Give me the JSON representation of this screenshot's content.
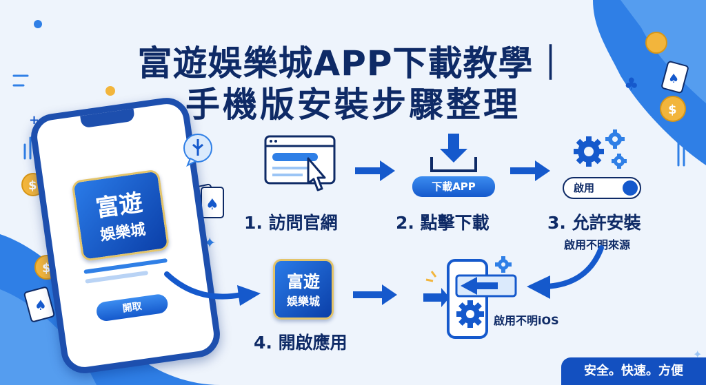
{
  "title": {
    "line1": "富遊娛樂城APP下載教學｜",
    "line2": "手機版安裝步驟整理"
  },
  "phone": {
    "app_icon_line1": "富遊",
    "app_icon_line2": "娛樂城",
    "button_label": "開取"
  },
  "steps": {
    "step1": {
      "label": "1. 訪問官網"
    },
    "step2": {
      "label": "2. 點擊下載",
      "button_label": "下載APP"
    },
    "step3": {
      "label": "3. 允許安裝",
      "sublabel": "啟用不明來源",
      "toggle_label": "啟用"
    },
    "step4": {
      "label": "4. 開啟應用",
      "icon_line1": "富遊",
      "icon_line2": "娛樂城"
    },
    "ios": {
      "label": "啟用不明iOS"
    }
  },
  "footer": {
    "tagline": "安全。快速。方便"
  },
  "colors": {
    "primary": "#1559cc",
    "dark_text": "#0e2a66",
    "gold": "#e3c46a",
    "background": "#eef4fc"
  }
}
